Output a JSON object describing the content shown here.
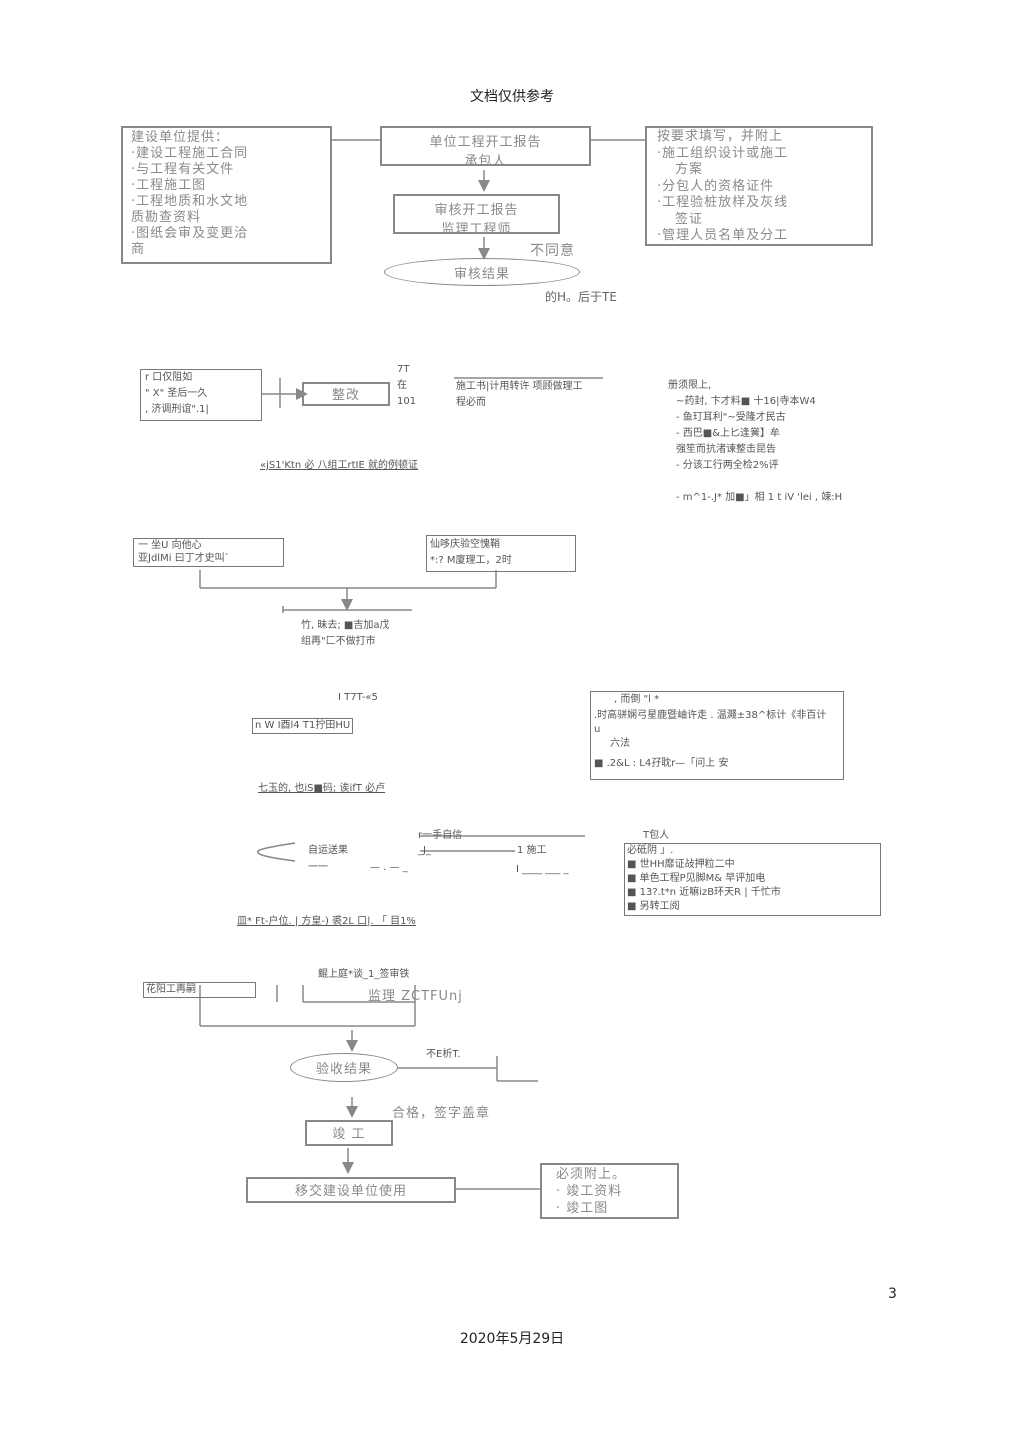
{
  "header": {
    "title": "文档仅供参考"
  },
  "footer": {
    "page_number": "3",
    "date": "2020年5月29日"
  },
  "s1": {
    "left_box": [
      "建设单位提供：",
      "·建设工程施工合同",
      "·与工程有关文件",
      "·工程施工图",
      "·工程地质和水文地",
      "质勘查资料",
      "·图纸会审及变更洽",
      "商"
    ],
    "center_top": [
      "单位工程开工报告",
      "承包人"
    ],
    "center_mid": [
      "审核开工报告",
      "监理工程师"
    ],
    "disagree": "不同意",
    "ellipse": "审核结果",
    "right_box": [
      "按要求填写，并附上",
      "·施工组织设计或施工",
      "方案",
      "·分包人的资格证件",
      "·工程验桩放样及灰线",
      "签证",
      "·管理人员名单及分工"
    ],
    "below_note": "的H。后于TE"
  },
  "s2": {
    "left_box": [
      "r 口仅阻如",
      "\" X\" 圣后一久",
      ", 济调刑谊\".1|"
    ],
    "fix_box": "整改",
    "side_text": [
      "7T",
      "在",
      "101"
    ],
    "mid_text": [
      "施工书|计用转许 项顾做理工",
      "程必而"
    ],
    "right_list": [
      "册须限上,",
      "~药封, 卞才料■ 十16|寺本W4",
      "- 鱼玎耳利\"~受隆才民古",
      "- 西巴■&上匕逢黉】牟",
      "  强笙而抗渚谏整击昆告",
      "- 分该工行两全检2%评",
      "- m^1-.J* 加■」相 1 t iV 'lei , 竦:H"
    ],
    "underline": "«jS1'Ktn 必 八组工rtIE 就的例顿证"
  },
  "s3": {
    "left_box": [
      "一   坐U 向他心",
      "亚JdlMi 曰丁才史叫`"
    ],
    "right_box": [
      "仙哆庆验空愧鞘",
      "*:? M廈理工，2时"
    ],
    "below": [
      "竹, 昧去; ■吉加a戊",
      "组再\"匚不做打市"
    ]
  },
  "s4": {
    "top_text": "I T7T-«5",
    "small_box": "n W I酉l4 T1拧田HU",
    "right_box": [
      ", 而倒 \"l *",
      ".时高骈娴弓星鹿暨岫许走 . 温濺±38^标计《非百计",
      "u",
      "六法",
      "■ .2&L : L4孖耽r—「问上 安"
    ],
    "underline": "七玉的, 也iS■码; 诶ifT 必卢"
  },
  "s5": {
    "self_check": "自运送果",
    "top_line": "r一手自信",
    "mid_a": "_J_",
    "mid_b": "1 施工",
    "bottom_a": "一一",
    "bottom_b": "— . — _",
    "bottom_c": "I ____ ___ _",
    "right_label": "T包人",
    "right_box": [
      "必砥阴 」.",
      "■ 世HH靡证敁押粒二中",
      "■ 单色工程P见脚M& 早评加电",
      "■ 13?.t*n 近嘛izB环天R | 千忙市",
      "■ 另转工阅"
    ],
    "underline": "皿* Ft-户位. | 方皇-) 裘2L 口|. 「 目1%"
  },
  "s6": {
    "left_box": "花阳工再嗣",
    "top_text": "鲲上庭*谈_1_签审铁",
    "super": "监理 ZCTFUnj",
    "ellipse": "验收结果",
    "right_text": "不E析T.",
    "ok": "合格，签字盖章",
    "finish": "竣 工",
    "handover": "移交建设单位使用",
    "attach": [
      "必须附上。",
      "· 竣工资料",
      "· 竣工图"
    ]
  }
}
